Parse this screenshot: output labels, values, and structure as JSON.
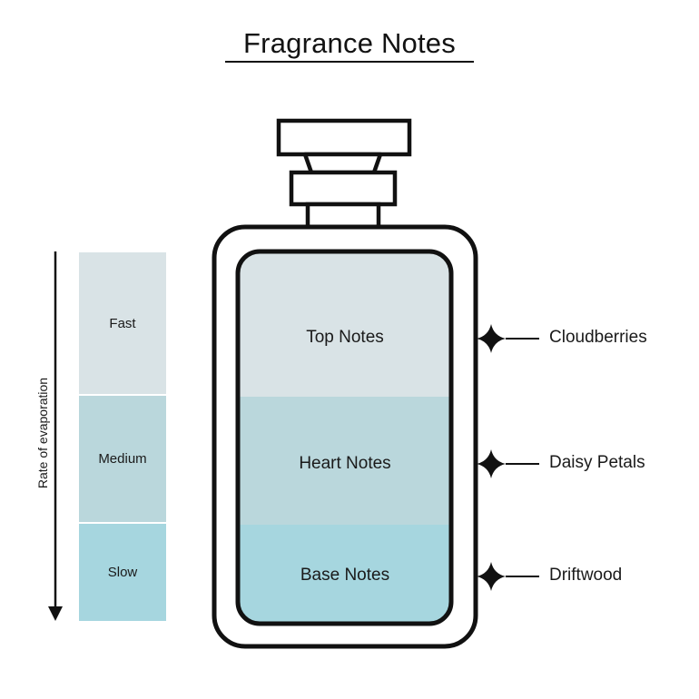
{
  "title": "Fragrance Notes",
  "evaporation": {
    "axis_label": "Rate of evaporation",
    "levels": [
      "Fast",
      "Medium",
      "Slow"
    ]
  },
  "bottle": {
    "notes": [
      "Top Notes",
      "Heart Notes",
      "Base Notes"
    ]
  },
  "ingredients": [
    "Cloudberries",
    "Daisy Petals",
    "Driftwood"
  ],
  "colors": {
    "top": "#d9e3e6",
    "heart": "#bad7dc",
    "base": "#a6d6df",
    "outline": "#111111"
  }
}
